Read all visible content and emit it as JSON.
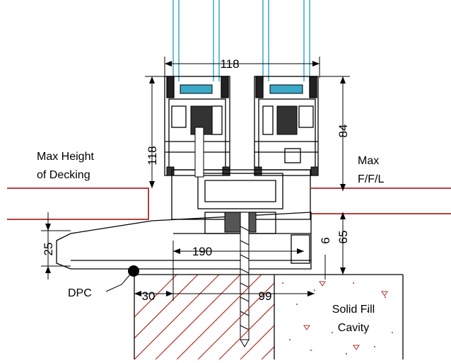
{
  "dimensions": {
    "width_top": "118",
    "height_left": "118",
    "height_right": "84",
    "lower_right": "65",
    "gap_small": "6",
    "left_25": "25",
    "sill_190": "190",
    "offset_30": "30",
    "offset_99": "99"
  },
  "labels": {
    "decking_line1": "Max Height",
    "decking_line2": "of Decking",
    "ffl_line1": "Max",
    "ffl_line2": "F/F/L",
    "dpc": "DPC",
    "cavity_line1": "Solid Fill",
    "cavity_line2": "Cavity"
  },
  "colors": {
    "line": "#000000",
    "level_line": "#a00000",
    "glass": "#3aa9c7",
    "hatch": "#b0302a",
    "fill_dots": "#b0302a"
  }
}
